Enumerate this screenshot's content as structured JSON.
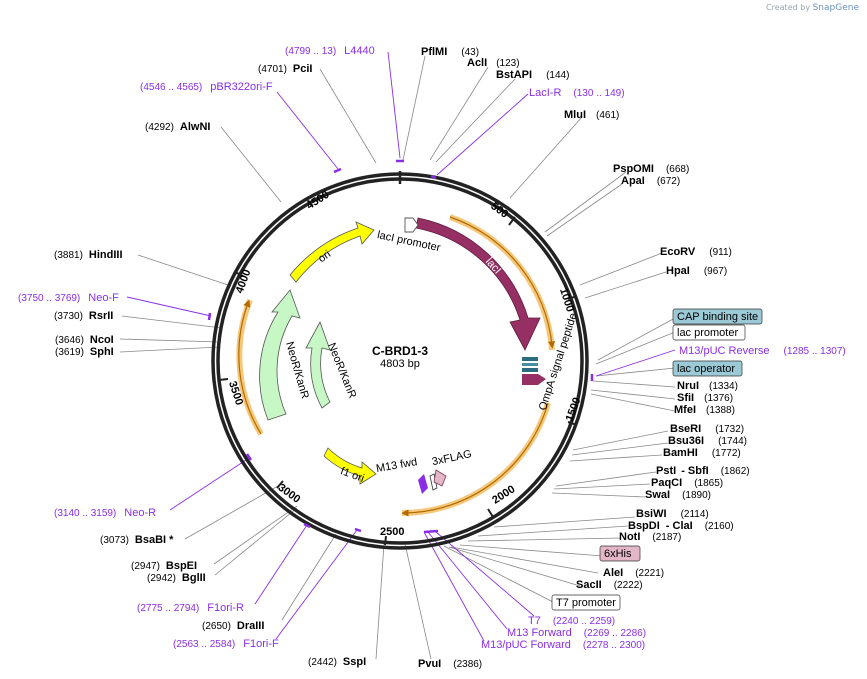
{
  "credit": {
    "prefix": "Created by",
    "brand": "SnapGene"
  },
  "plasmid": {
    "name": "C-BRD1-3",
    "size_label": "4803 bp"
  },
  "ticks": [
    "500",
    "1000",
    "1500",
    "2000",
    "2500",
    "3000",
    "3500",
    "4000",
    "4500"
  ],
  "enzymes": [
    {
      "name": "PflMI",
      "pos": "(43)"
    },
    {
      "name": "AclI",
      "pos": "(123)"
    },
    {
      "name": "BstAPI",
      "pos": "(144)"
    },
    {
      "name": "MluI",
      "pos": "(461)"
    },
    {
      "name": "PspOMI",
      "pos": "(668)"
    },
    {
      "name": "ApaI",
      "pos": "(672)"
    },
    {
      "name": "EcoRV",
      "pos": "(911)"
    },
    {
      "name": "HpaI",
      "pos": "(967)"
    },
    {
      "name": "NruI",
      "pos": "(1334)"
    },
    {
      "name": "SfiI",
      "pos": "(1376)"
    },
    {
      "name": "MfeI",
      "pos": "(1388)"
    },
    {
      "name": "BseRI",
      "pos": "(1732)"
    },
    {
      "name": "Bsu36I",
      "pos": "(1744)"
    },
    {
      "name": "BamHI",
      "pos": "(1772)"
    },
    {
      "name": "PstI",
      "pos": "(1862)"
    },
    {
      "name": "- SbfI",
      "pos": ""
    },
    {
      "name": "PaqCI",
      "pos": "(1865)"
    },
    {
      "name": "SwaI",
      "pos": "(1890)"
    },
    {
      "name": "BsiWI",
      "pos": "(2114)"
    },
    {
      "name": "BspDI",
      "pos": "(2160)"
    },
    {
      "name": "- ClaI",
      "pos": ""
    },
    {
      "name": "NotI",
      "pos": "(2187)"
    },
    {
      "name": "AleI",
      "pos": "(2221)"
    },
    {
      "name": "SacII",
      "pos": "(2222)"
    },
    {
      "name": "PvuI",
      "pos": "(2386)"
    },
    {
      "name": "SspI",
      "pos": "(2442)"
    },
    {
      "name": "DraIII",
      "pos": "(2650)"
    },
    {
      "name": "BglII",
      "pos": "(2942)"
    },
    {
      "name": "BspEI",
      "pos": "(2947)"
    },
    {
      "name": "BsaBI *",
      "pos": "(3073)"
    },
    {
      "name": "SphI",
      "pos": "(3619)"
    },
    {
      "name": "NcoI",
      "pos": "(3646)"
    },
    {
      "name": "RsrII",
      "pos": "(3730)"
    },
    {
      "name": "HindIII",
      "pos": "(3881)"
    },
    {
      "name": "AlwNI",
      "pos": "(4292)"
    },
    {
      "name": "PciI",
      "pos": "(4701)"
    }
  ],
  "primers": [
    {
      "name": "L4440",
      "range": "(4799 .. 13)"
    },
    {
      "name": "pBR322ori-F",
      "range": "(4546 .. 4565)"
    },
    {
      "name": "LacI-R",
      "range": "(130 .. 149)"
    },
    {
      "name": "M13/pUC Reverse",
      "range": "(1285 .. 1307)"
    },
    {
      "name": "T7",
      "range": "(2240 .. 2259)"
    },
    {
      "name": "M13 Forward",
      "range": "(2269 .. 2286)"
    },
    {
      "name": "M13/pUC Forward",
      "range": "(2278 .. 2300)"
    },
    {
      "name": "F1ori-F",
      "range": "(2563 .. 2584)"
    },
    {
      "name": "F1ori-R",
      "range": "(2775 .. 2794)"
    },
    {
      "name": "Neo-R",
      "range": "(3140 .. 3159)"
    },
    {
      "name": "Neo-F",
      "range": "(3750 .. 3769)"
    }
  ],
  "boxed_features": [
    {
      "name": "CAP binding site"
    },
    {
      "name": "lac promoter"
    },
    {
      "name": "lac operator"
    },
    {
      "name": "6xHis"
    },
    {
      "name": "T7 promoter"
    }
  ],
  "features": [
    {
      "name": "lacI promoter"
    },
    {
      "name": "lacI"
    },
    {
      "name": "OmpA signal peptide"
    },
    {
      "name": "M13 fwd"
    },
    {
      "name": "3xFLAG"
    },
    {
      "name": "f1 ori"
    },
    {
      "name": "NeoR/KanR"
    },
    {
      "name": "NeoR/KanR"
    },
    {
      "name": "ori"
    }
  ],
  "colors": {
    "backbone": "#222222",
    "lacI": "#962f63",
    "ori": "#ffff00",
    "neo": "#c6f7c4",
    "primer": "#8a2ee6",
    "orf_arrow": "#f5b54b",
    "box_blue": "#9cc9d6",
    "box_pink": "#e3b7c7"
  }
}
